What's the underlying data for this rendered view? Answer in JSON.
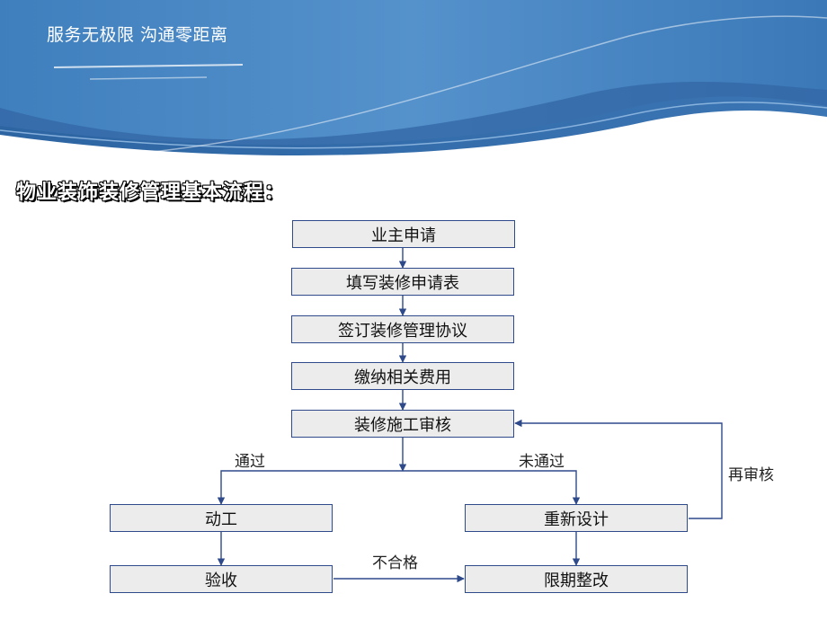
{
  "header": {
    "slogan": "服务无极限 沟通零距离"
  },
  "title": "物业装饰装修管理基本流程：",
  "colors": {
    "banner_dark": "#2e66a6",
    "banner_light": "#4d8cc6",
    "box_fill": "#ececec",
    "box_border": "#2e4a8a",
    "arrow": "#2e4a8a"
  },
  "flow": {
    "steps": [
      "业主申请",
      "填写装修申请表",
      "签订装修管理协议",
      "缴纳相关费用",
      "装修施工审核"
    ],
    "left_branch": {
      "label": "通过",
      "steps": [
        "动工",
        "验收"
      ]
    },
    "right_branch": {
      "label": "未通过",
      "steps": [
        "重新设计",
        "限期整改"
      ]
    },
    "loop_label": "再审核",
    "fail_label": "不合格"
  }
}
